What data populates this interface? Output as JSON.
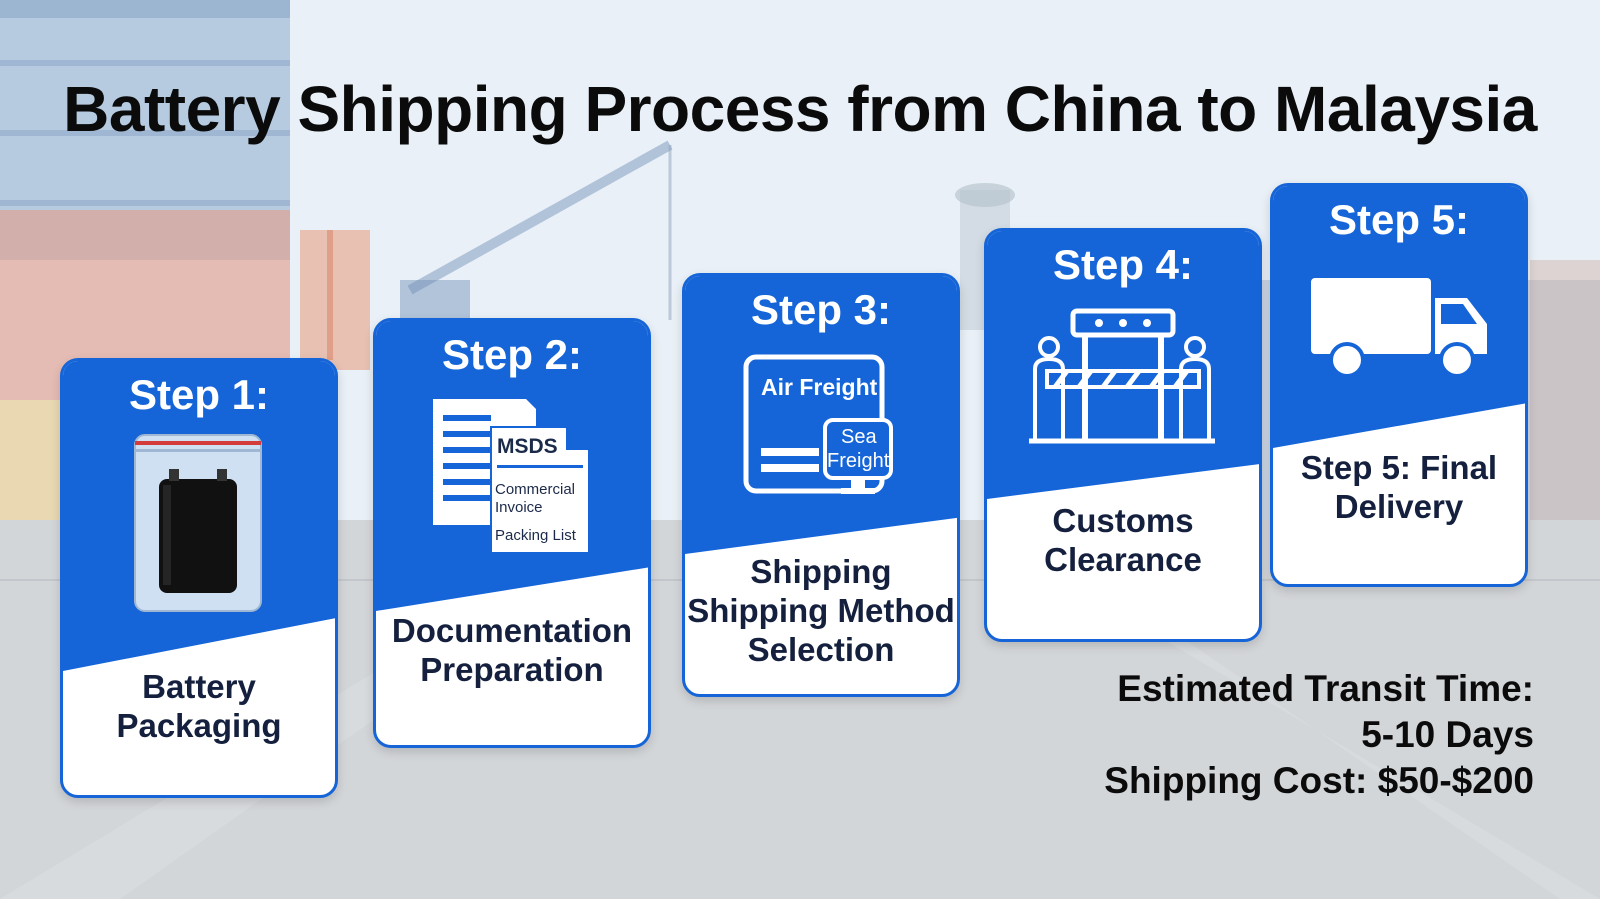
{
  "title": "Battery Shipping Process from China to Malaysia",
  "steps": [
    {
      "step": "Step 1:",
      "label_line1": "Battery",
      "label_line2": "Packaging",
      "icon": "battery-bag-icon"
    },
    {
      "step": "Step 2:",
      "label_line1": "Documentation",
      "label_line2": "Preparation",
      "icon": "documents-icon",
      "doc_labels": {
        "msds": "MSDS",
        "commercial": "Commercial",
        "invoice": "Invoice",
        "packing": "Packing List"
      }
    },
    {
      "step": "Step 3:",
      "label_line1": "Shipping",
      "label_line2": "Shipping Method",
      "label_line3": "Selection",
      "icon": "freight-options-icon",
      "freight_labels": {
        "air": "Air Freight",
        "sea1": "Sea",
        "sea2": "Freight"
      }
    },
    {
      "step": "Step 4:",
      "label_line1": "Customs",
      "label_line2": "Clearance",
      "icon": "customs-gate-icon"
    },
    {
      "step": "Step 5:",
      "label_line1": "Step 5: Final",
      "label_line2": "Delivery",
      "icon": "delivery-truck-icon"
    }
  ],
  "info": {
    "transit_label": "Estimated Transit Time:",
    "transit_value": "5-10 Days",
    "cost": "Shipping Cost: $50-$200"
  },
  "colors": {
    "accent": "#1565d8",
    "label_text": "#14203d"
  }
}
